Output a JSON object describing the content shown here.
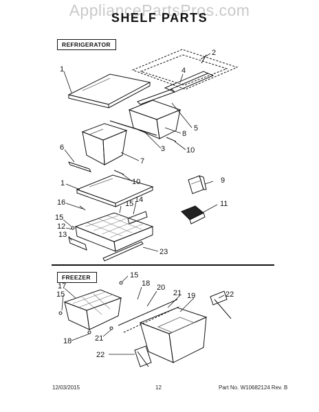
{
  "watermark": "AppliancePartsPros.com",
  "title": "SHELF PARTS",
  "sections": {
    "refrigerator": "REFRIGERATOR",
    "freezer": "FREEZER"
  },
  "callouts": {
    "c1a": "1",
    "c2": "2",
    "c4": "4",
    "c5": "5",
    "c8": "8",
    "c3": "3",
    "c10a": "10",
    "c6": "6",
    "c7": "7",
    "c10b": "10",
    "c9": "9",
    "c1b": "1",
    "c15a": "15",
    "c14": "14",
    "c16": "16",
    "c11": "11",
    "c15b": "15",
    "c12": "12",
    "c13": "13",
    "c23": "23",
    "c15c": "15",
    "c18a": "18",
    "c20": "20",
    "c17": "17",
    "c21a": "21",
    "c19": "19",
    "c22a": "22",
    "c15d": "15",
    "c18b": "18",
    "c21b": "21",
    "c22b": "22"
  },
  "footer": {
    "date": "12/03/2015",
    "page": "12",
    "part": "Part No. W10682124  Rev. B"
  }
}
